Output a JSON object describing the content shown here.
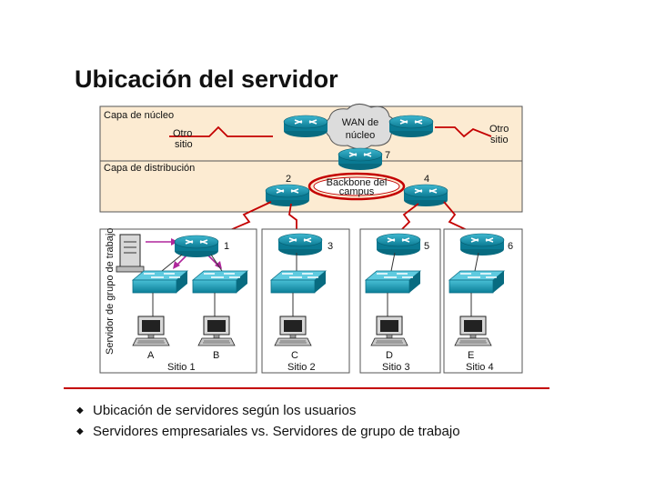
{
  "title": "Ubicación del servidor",
  "diagram": {
    "core_layer_label": "Capa de núcleo",
    "distribution_layer_label": "Capa de distribución",
    "wan_label_1": "WAN de",
    "wan_label_2": "núcleo",
    "other_site_left_1": "Otro",
    "other_site_left_2": "sitio",
    "other_site_right_1": "Otro",
    "other_site_right_2": "sitio",
    "backbone_1": "Backbone del",
    "backbone_2": "campus",
    "workgroup_server_label": "Servidor de grupo de trabajo",
    "router_numbers": {
      "r7": "7",
      "r2": "2",
      "r4": "4",
      "r1": "1",
      "r3": "3",
      "r5": "5",
      "r6": "6"
    },
    "hosts": {
      "a": "A",
      "b": "B",
      "c": "C",
      "d": "D",
      "e": "E"
    },
    "sites": {
      "s1": "Sitio 1",
      "s2": "Sitio 2",
      "s3": "Sitio 3",
      "s4": "Sitio 4"
    }
  },
  "bullets": [
    "Ubicación de servidores según los usuarios",
    "Servidores empresariales vs. Servidores de grupo de trabajo"
  ],
  "colors": {
    "layer_fill": "#fcebd2",
    "accent_red": "#c40000",
    "device_teal": "#0f8fa8"
  }
}
